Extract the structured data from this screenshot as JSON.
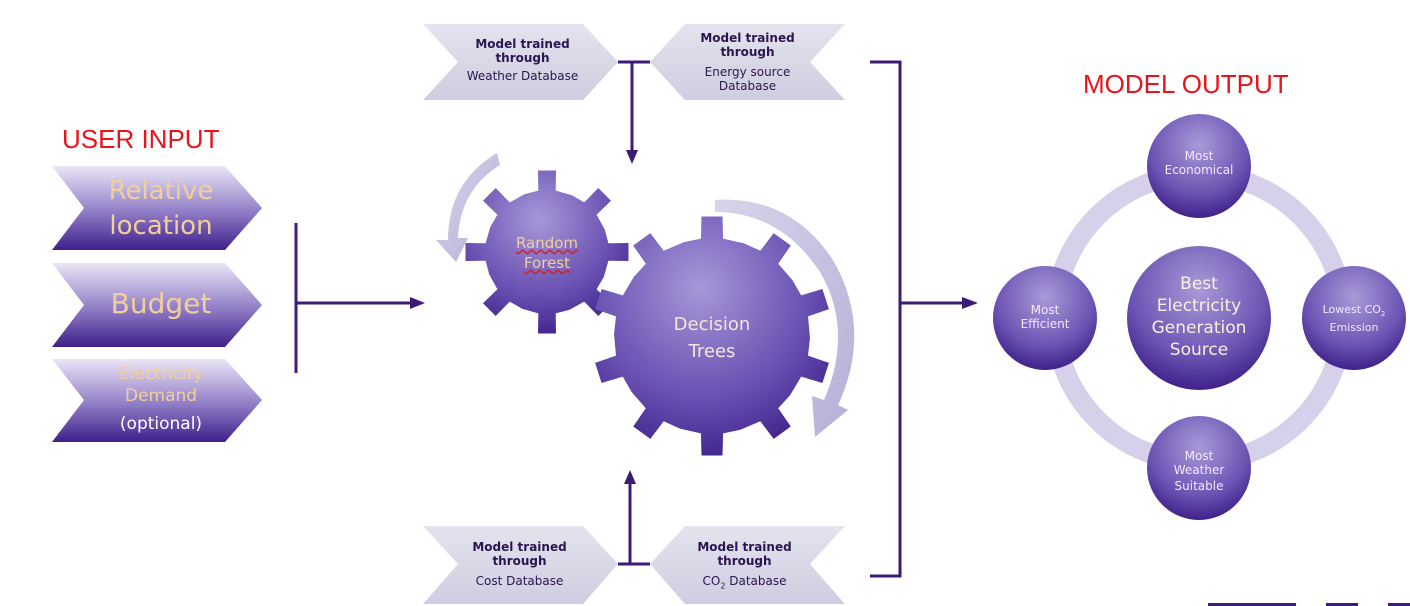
{
  "titles": {
    "user_input": "USER INPUT",
    "model_output": "MODEL OUTPUT"
  },
  "inputs": {
    "relative_location": [
      "Relative",
      "location"
    ],
    "budget": "Budget",
    "electricity_demand": [
      "Electricity",
      "Demand",
      "(optional)"
    ]
  },
  "databases": {
    "weather": {
      "line1": "Model trained",
      "line2": "through",
      "name": "Weather Database"
    },
    "energy_source": {
      "line1": "Model trained",
      "line2": "through",
      "name1": "Energy source",
      "name2": "Database"
    },
    "cost": {
      "line1": "Model trained",
      "line2": "through",
      "name": "Cost Database"
    },
    "co2": {
      "line1": "Model trained",
      "line2": "through",
      "name_prefix": "CO",
      "name_sub": "2",
      "name_suffix": " Database"
    }
  },
  "models": {
    "random_forest": [
      "Random",
      "Forest"
    ],
    "decision_trees": [
      "Decision",
      "Trees"
    ]
  },
  "outputs": {
    "center": [
      "Best",
      "Electricity",
      "Generation",
      "Source"
    ],
    "top": [
      "Most",
      "Economical"
    ],
    "left": [
      "Most",
      "Efficient"
    ],
    "right": {
      "prefix": "Lowest CO",
      "sub": "2",
      "line2": "Emission"
    },
    "bottom": [
      "Most",
      "Weather",
      "Suitable"
    ]
  },
  "colors": {
    "title_red": "#e8141c",
    "purple_dark": "#3f1f8a",
    "purple_light": "#c7bde6",
    "arrow_line": "#3a1b76",
    "input_text": "#f2cf9a"
  }
}
